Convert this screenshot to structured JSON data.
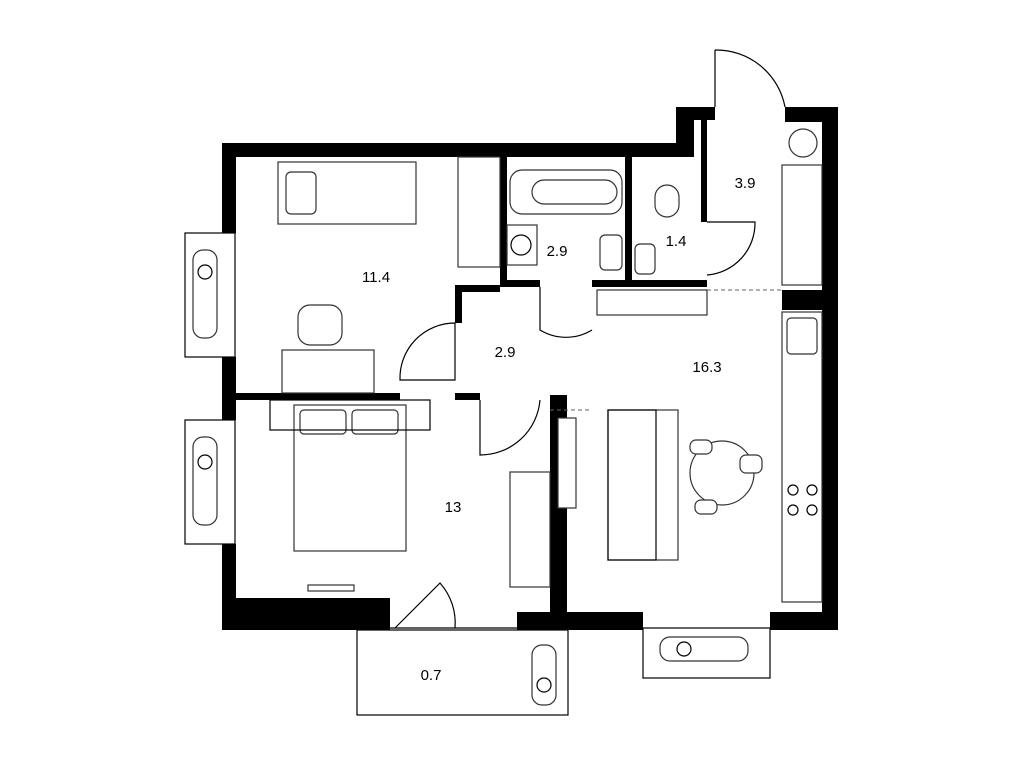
{
  "rooms": {
    "bedroom_small": "11.4",
    "bathroom": "2.9",
    "toilet": "1.4",
    "entry_hall": "3.9",
    "hall": "2.9",
    "living_kitchen": "16.3",
    "bedroom_large": "13",
    "balcony": "0.7"
  },
  "colors": {
    "wall": "#000000",
    "background": "#ffffff"
  }
}
